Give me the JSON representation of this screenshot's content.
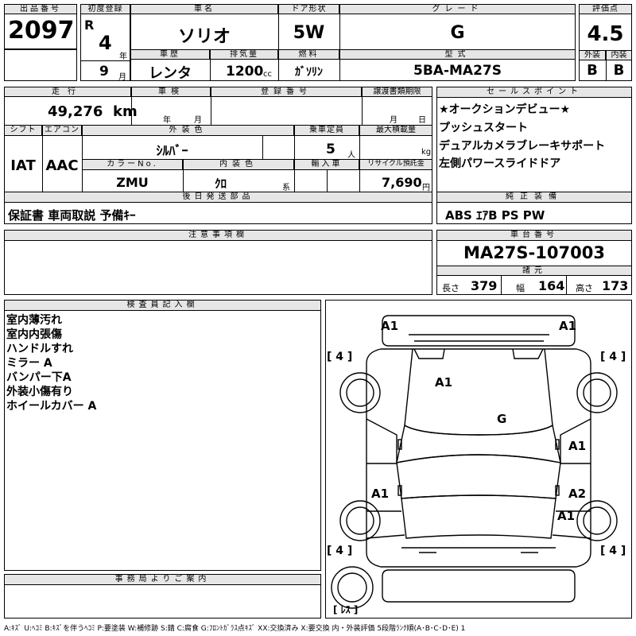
{
  "header": {
    "lot_label": "出品番号",
    "lot_number": "2097",
    "first_reg_label": "初度登録",
    "era": "R",
    "year_value": "4",
    "year_unit": "年",
    "month_value": "9",
    "month_unit": "月",
    "car_name_label": "車名",
    "car_name": "ソリオ",
    "door_label": "ドア形状",
    "door": "5W",
    "grade_label": "グレード",
    "grade": "G",
    "score_label": "評価点",
    "score": "4.5",
    "history_label": "車歴",
    "history": "レンタ",
    "displacement_label": "排気量",
    "displacement": "1200",
    "displacement_unit": "cc",
    "fuel_label": "燃料",
    "fuel": "ｶﾞｿﾘﾝ",
    "model_label": "型式",
    "model_code": "5BA-MA27S",
    "exterior_label": "外装",
    "exterior_grade": "B",
    "interior_label": "内装",
    "interior_grade": "B"
  },
  "row2": {
    "mileage_label": "走行",
    "mileage": "49,276",
    "mileage_unit": "km",
    "inspection_label": "車検",
    "inspection_year_unit": "年",
    "inspection_month_unit": "月",
    "reg_number_label": "登録番号",
    "transfer_label": "譲渡書類期限",
    "transfer_month_unit": "月",
    "transfer_day_unit": "日",
    "shift_label": "シフト",
    "shift": "IAT",
    "ac_label": "エアコン",
    "ac": "AAC",
    "ext_color_label": "外装色",
    "ext_color": "ｼﾙﾊﾞｰ",
    "capacity_label": "乗車定員",
    "capacity": "5",
    "capacity_unit": "人",
    "max_load_label": "最大積載量",
    "max_load_unit": "kg",
    "color_no_label": "カラーNo.",
    "color_no": "ZMU",
    "int_color_label": "内装色",
    "int_color": "ｸﾛ",
    "int_color_unit": "系",
    "import_label": "輸入車",
    "recycle_label": "リサイクル預託金",
    "recycle": "7,690",
    "recycle_unit": "円",
    "later_items_label": "後日発送部品",
    "later_items": "保証書 車両取説 予備ｷｰ"
  },
  "sales": {
    "label": "セールスポイント",
    "points": [
      "★オークションデビュー★",
      "プッシュスタート",
      "デュアルカメラブレーキサポート",
      "左側パワースライドドア"
    ]
  },
  "equipment": {
    "label": "純正装備",
    "value": "ABS ｴｱB PS PW"
  },
  "caution": {
    "label": "注意事項欄"
  },
  "chassis": {
    "label": "車台番号",
    "value": "MA27S-107003",
    "dims_label": "諸元",
    "length_label": "長さ",
    "length": "379",
    "width_label": "幅",
    "width": "164",
    "height_label": "高さ",
    "height": "173"
  },
  "inspector": {
    "label": "検査員記入欄",
    "notes": [
      "室内薄汚れ",
      "室内内張傷",
      "ハンドルすれ",
      "ミラー A",
      "バンパー下A",
      "外装小傷有り",
      "ホイールカバー A"
    ]
  },
  "office": {
    "label": "事務局よりご案内"
  },
  "diagram": {
    "tire_fl": "[ 4 ]",
    "tire_fr": "[ 4 ]",
    "tire_rl": "[ 4 ]",
    "tire_rr": "[ 4 ]",
    "spare": "[ ﾚｽ ]",
    "marks": [
      {
        "id": "bumper-front-left",
        "text": "A1"
      },
      {
        "id": "bumper-front-right",
        "text": "A1"
      },
      {
        "id": "hood",
        "text": "A1"
      },
      {
        "id": "windshield",
        "text": "G"
      },
      {
        "id": "door-right-front",
        "text": "A1"
      },
      {
        "id": "door-left-rear",
        "text": "A1"
      },
      {
        "id": "door-right-rear",
        "text": "A2"
      },
      {
        "id": "fender-right-rear",
        "text": "A1"
      }
    ]
  },
  "legend": "A:ｷｽﾞ U:ﾍｺﾐ B:ｷｽﾞを伴うﾍｺﾐ P:要塗装 W:補修跡 S:錆 C:腐食 G:ﾌﾛﾝﾄｶﾞﾗｽ点ｷｽﾞ XX:交換済み X:要交換 内・外装評価 5段階ﾗﾝｸ順(A･B･C･D･E) 1"
}
